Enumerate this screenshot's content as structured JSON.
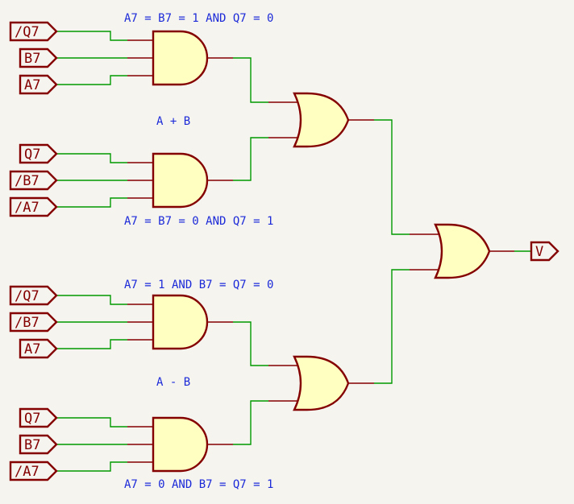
{
  "annotations": {
    "and1": "A7 = B7 = 1 AND Q7 = 0",
    "group1": "A + B",
    "and2": "A7 = B7 = 0 AND Q7 = 1",
    "and3": "A7 = 1 AND B7 = Q7 = 0",
    "group2": "A - B",
    "and4": "A7 = 0 AND B7 = Q7 = 1"
  },
  "gates": [
    {
      "type": "AND",
      "inputs": [
        "/Q7",
        "B7",
        "A7"
      ]
    },
    {
      "type": "AND",
      "inputs": [
        "Q7",
        "/B7",
        "/A7"
      ]
    },
    {
      "type": "AND",
      "inputs": [
        "/Q7",
        "/B7",
        "A7"
      ]
    },
    {
      "type": "AND",
      "inputs": [
        "Q7",
        "B7",
        "/A7"
      ]
    },
    {
      "type": "OR"
    },
    {
      "type": "OR"
    },
    {
      "type": "OR"
    }
  ],
  "output_label": "V",
  "colors": {
    "wire": "#009900",
    "pin": "#840000",
    "gate_fill": "#ffffc2",
    "annotation": "#1c2ad8",
    "background": "#f5f4ef"
  }
}
